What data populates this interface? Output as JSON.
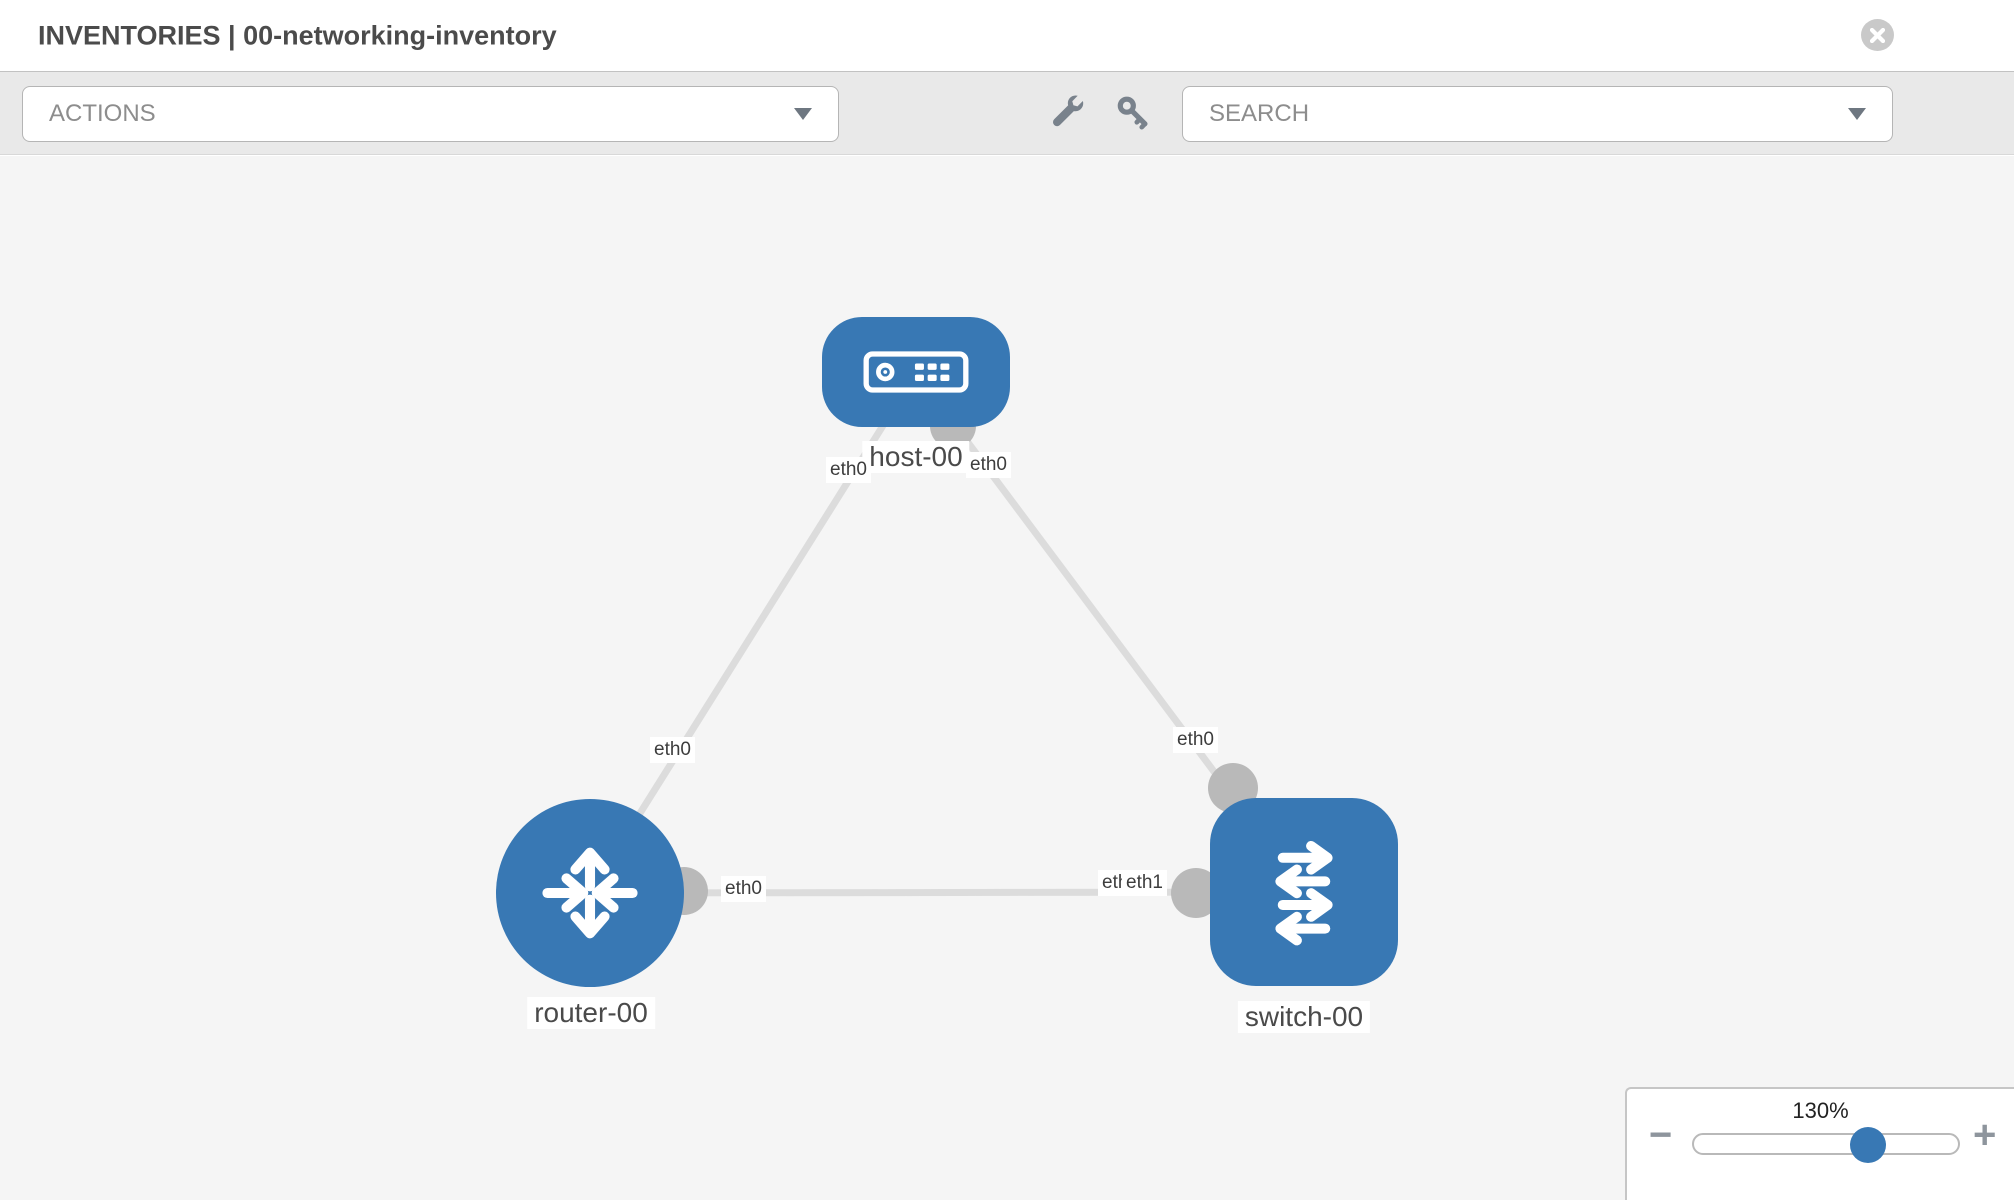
{
  "header": {
    "title": "INVENTORIES | 00-networking-inventory"
  },
  "toolbar": {
    "actions_label": "ACTIONS",
    "search_placeholder": "SEARCH",
    "icons": [
      "wrench-icon",
      "key-icon"
    ]
  },
  "topology": {
    "nodes": [
      {
        "id": "host-00",
        "type": "host",
        "label": "host-00"
      },
      {
        "id": "router-00",
        "type": "router",
        "label": "router-00"
      },
      {
        "id": "switch-00",
        "type": "switch",
        "label": "switch-00"
      }
    ],
    "links": [
      {
        "source": "host-00",
        "target": "router-00",
        "source_interface": "eth0",
        "target_interface": "eth0"
      },
      {
        "source": "host-00",
        "target": "switch-00",
        "source_interface": "eth0",
        "target_interface": "eth0"
      },
      {
        "source": "router-00",
        "target": "switch-00",
        "source_interface": "eth0",
        "target_interface": "eth1",
        "target_interface_hidden": "eth0"
      }
    ]
  },
  "zoom_control": {
    "level": "130%",
    "minus_label": "−",
    "plus_label": "+"
  },
  "colors": {
    "node_blue": "#3878b4",
    "accent_blue": "#3878b4",
    "link_gray": "#dcdcdc",
    "dot_gray": "#b9b9b9"
  }
}
